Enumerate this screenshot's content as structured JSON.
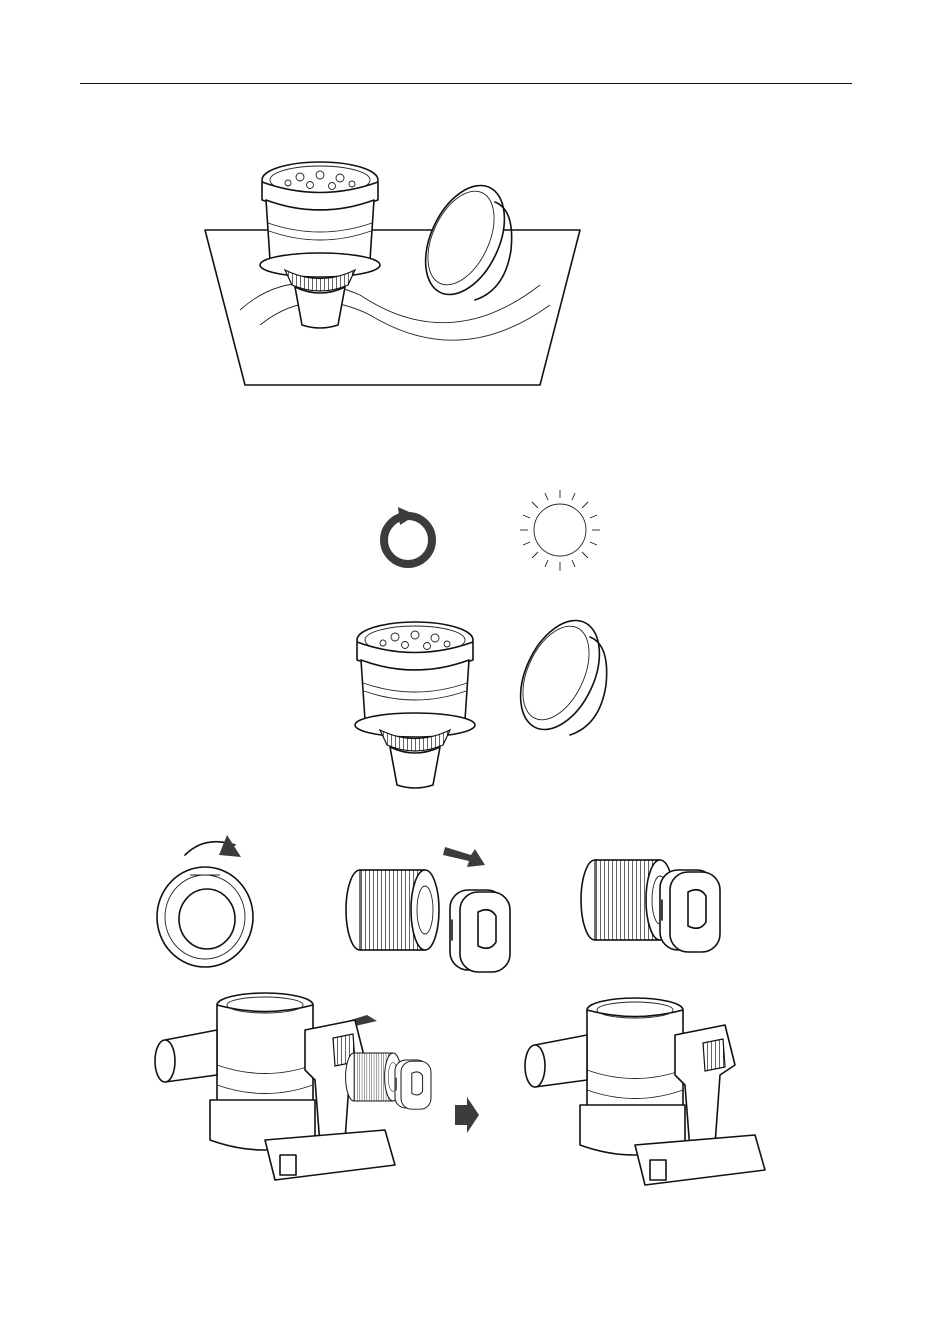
{
  "page": {
    "header_rule": true
  },
  "figures": [
    {
      "step": "wash",
      "icon": "washing-basin-icon",
      "items": [
        "filter-assembly",
        "filter-seal-ring"
      ]
    },
    {
      "step": "dry",
      "icons": [
        "rotate-icon",
        "sun-icon"
      ],
      "items": [
        "filter-assembly",
        "filter-seal-ring"
      ]
    },
    {
      "step": "reassemble",
      "icons": [
        "rotate-arrow-icon",
        "pull-arrow-icon",
        "insert-arrow-icon",
        "next-arrow-icon"
      ],
      "items": [
        "seal-ring-front",
        "hepa-filter",
        "filter-cap",
        "assembled-filter",
        "vacuum-body",
        "vacuum-assembled"
      ]
    }
  ],
  "colors": {
    "line": "#111111",
    "icon_fill": "#3c3c3c",
    "background": "#ffffff"
  }
}
